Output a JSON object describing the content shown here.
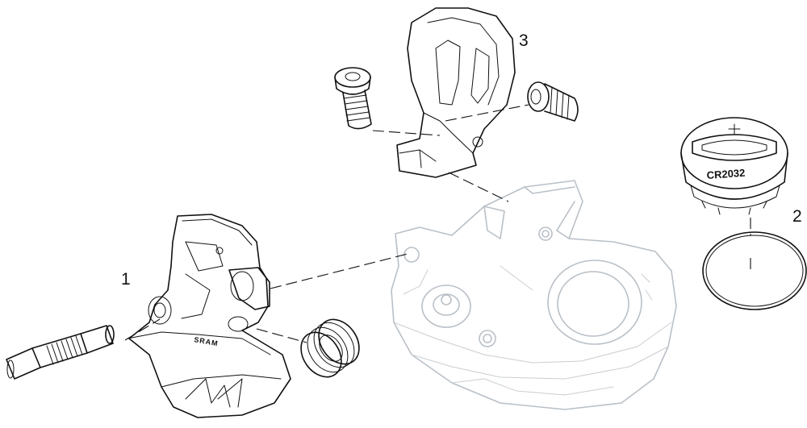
{
  "callouts": {
    "part_1": "1",
    "part_2": "2",
    "part_3": "3"
  },
  "battery_cap": {
    "stamp": "CR2032"
  },
  "shifter": {
    "brand_logo": "SRAM"
  },
  "colors": {
    "ink": "#111111",
    "ghost_housing": "#b9c0c7",
    "background": "#ffffff"
  }
}
